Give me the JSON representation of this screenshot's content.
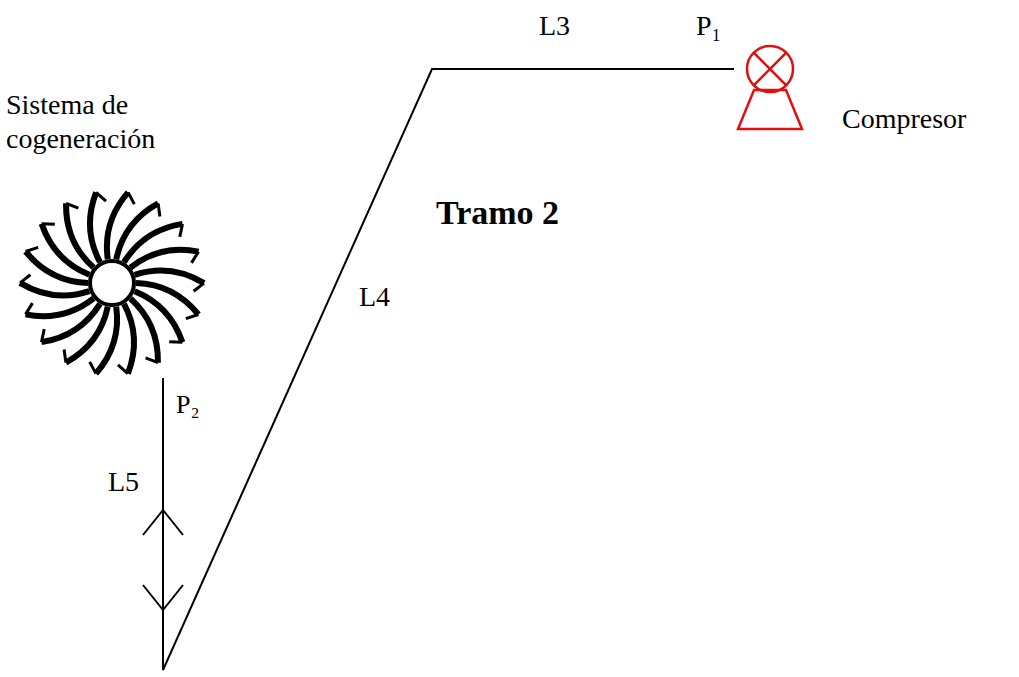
{
  "diagram": {
    "nodes": [
      {
        "text": [
          "Compresor"
        ]
      },
      {
        "text": [
          "Sistema de cogeneración"
        ]
      }
    ],
    "edges": [
      {
        "from": 0,
        "to": 1,
        "arrow": "none"
      }
    ],
    "labels": [
      "L3",
      "P₁",
      "Tramo 2",
      "L4",
      "P₂",
      "L5"
    ]
  }
}
